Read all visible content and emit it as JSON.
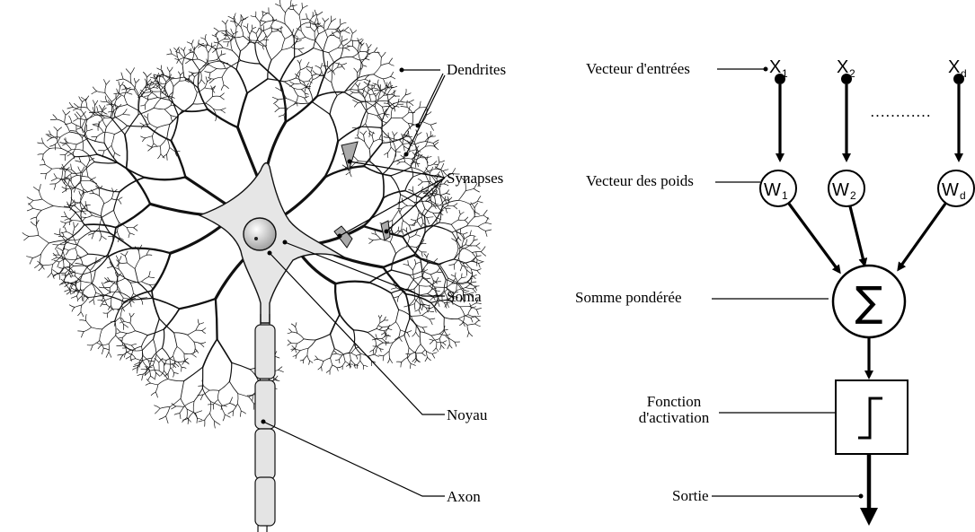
{
  "neuron": {
    "labels": {
      "dendrites": "Dendrites",
      "synapses": "Synapses",
      "soma": "Soma",
      "noyau": "Noyau",
      "axon": "Axon"
    }
  },
  "perceptron": {
    "labels": {
      "inputs": "Vecteur d'entrées",
      "weights": "Vecteur des poids",
      "sum": "Somme pondérée",
      "activation_line1": "Fonction",
      "activation_line2": "d'activation",
      "output": "Sortie"
    },
    "inputs": [
      {
        "symbol": "X",
        "sub": "1"
      },
      {
        "symbol": "X",
        "sub": "2"
      },
      {
        "symbol": "X",
        "sub": "d"
      }
    ],
    "weights": [
      {
        "symbol": "W",
        "sub": "1"
      },
      {
        "symbol": "W",
        "sub": "2"
      },
      {
        "symbol": "W",
        "sub": "d"
      }
    ],
    "sum_symbol": "∑",
    "ellipsis": "…………"
  }
}
